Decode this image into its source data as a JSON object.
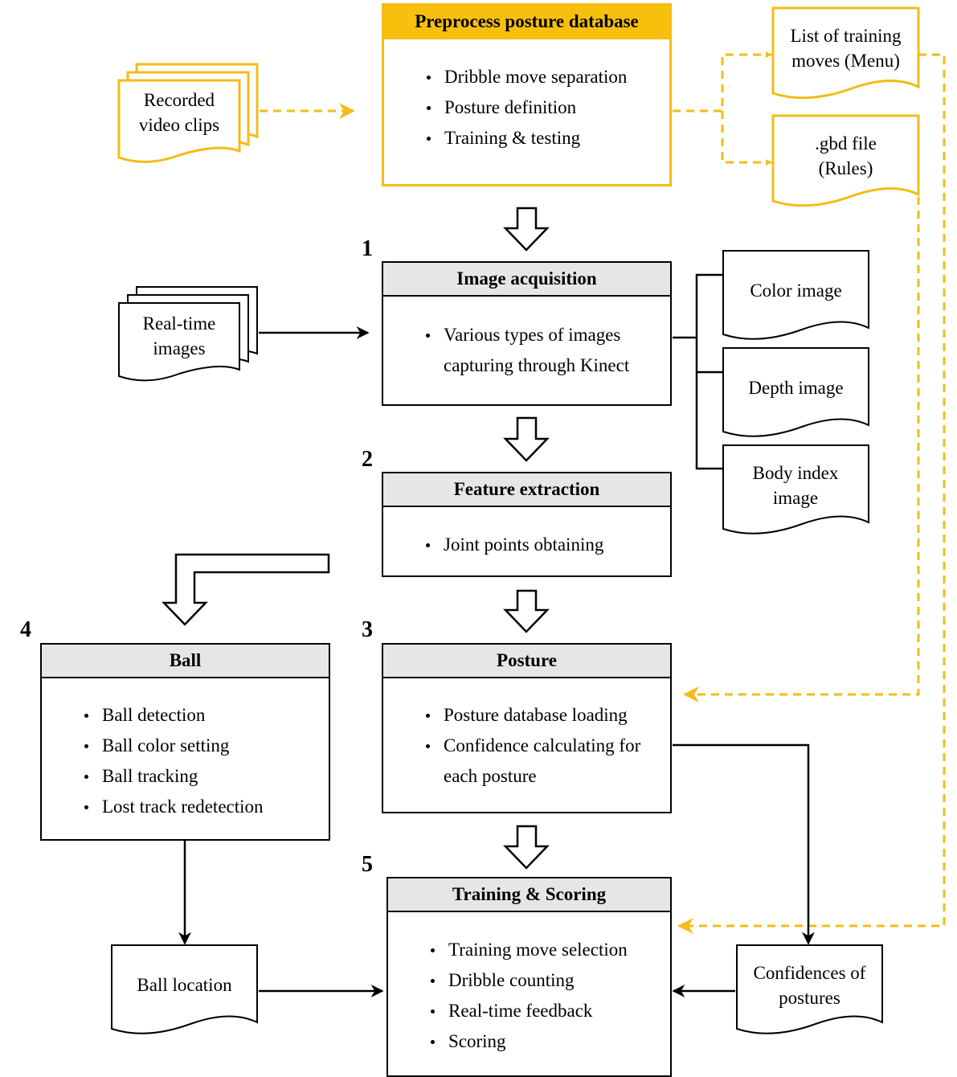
{
  "colors": {
    "accent": "#f3bc17",
    "header_fill": "#f8c00d",
    "gray_header": "#e6e6e6",
    "line": "#000000"
  },
  "inputs": {
    "recorded": "Recorded video clips",
    "realtime": "Real-time images"
  },
  "preprocess": {
    "title": "Preprocess posture database",
    "items": [
      "Dribble move separation",
      "Posture definition",
      "Training & testing"
    ]
  },
  "outputs": {
    "menu": "List of training moves (Menu)",
    "rules": ".gbd file (Rules)"
  },
  "acquisition": {
    "number": "1",
    "title": "Image acquisition",
    "items": [
      "Various types of images capturing through Kinect"
    ]
  },
  "image_types": [
    "Color image",
    "Depth image",
    "Body index image"
  ],
  "feature": {
    "number": "2",
    "title": "Feature extraction",
    "items": [
      "Joint points obtaining"
    ]
  },
  "posture": {
    "number": "3",
    "title": "Posture",
    "items": [
      "Posture database loading",
      "Confidence calculating for each posture"
    ]
  },
  "ball": {
    "number": "4",
    "title": "Ball",
    "items": [
      "Ball detection",
      "Ball color setting",
      "Ball tracking",
      "Lost track redetection"
    ]
  },
  "scoring": {
    "number": "5",
    "title": "Training & Scoring",
    "items": [
      "Training move selection",
      "Dribble counting",
      "Real-time feedback",
      "Scoring"
    ]
  },
  "results": {
    "ball_location": "Ball location",
    "confidences": "Confidences of postures"
  }
}
